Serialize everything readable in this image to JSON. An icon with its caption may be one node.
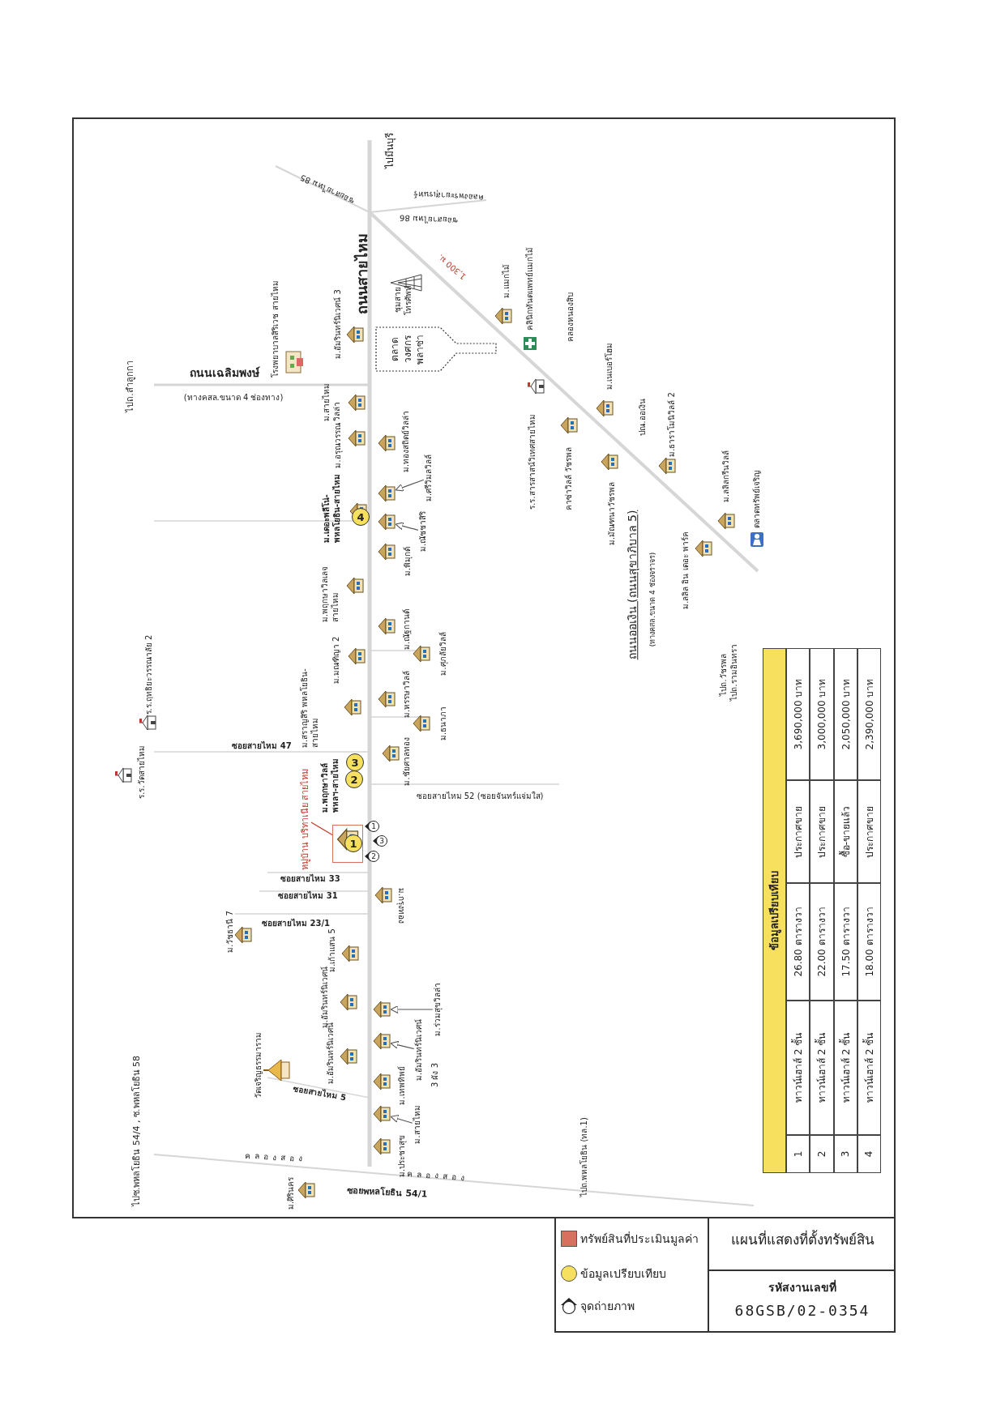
{
  "diagram": {
    "title": "แผนที่แสดงที่ตั้งทรัพย์สิน",
    "nodes": [
      {
        "text": [
          "ตลาด วงศกร พลาซ่า"
        ]
      },
      {
        "text": [
          "หมู่บ้าน บริทาเนีย สายไหม"
        ]
      },
      {
        "text": [],
        "shape": "box"
      },
      {
        "text": [
          "1"
        ],
        "in": 2
      },
      {
        "text": [
          "2"
        ]
      },
      {
        "text": [
          "3"
        ]
      },
      {
        "text": [
          "4"
        ]
      },
      {
        "text": [
          "1"
        ]
      },
      {
        "text": [
          "2"
        ]
      },
      {
        "text": [
          "3"
        ]
      },
      {
        "text": [
          "ม.ศรีวิมลวิลล์"
        ]
      },
      {
        "text": [],
        "shape": "picture"
      },
      {
        "text": [
          "ม.ณัชชาสิริ"
        ]
      },
      {
        "text": [],
        "shape": "picture"
      },
      {
        "text": [
          "ม.ร่วมสุขวิลล่า"
        ]
      },
      {
        "text": [],
        "shape": "picture"
      },
      {
        "text": [
          "ม.อัมรินทร์นิเวศน์"
        ]
      },
      {
        "text": [],
        "shape": "picture"
      },
      {
        "text": [
          "ม.สายไหม"
        ]
      },
      {
        "text": [],
        "shape": "picture"
      }
    ],
    "edges": [
      {
        "from": 1,
        "to": 2,
        "arrow": "none",
        "color": "#c0392b"
      },
      {
        "from": 10,
        "to": 11,
        "arrow": "to"
      },
      {
        "from": 12,
        "to": 13,
        "arrow": "to"
      },
      {
        "from": 14,
        "to": 15,
        "arrow": "to"
      },
      {
        "from": 16,
        "to": 17,
        "arrow": "to"
      },
      {
        "from": 18,
        "to": 19,
        "arrow": "to"
      }
    ],
    "labels": [
      "ไปมีนบุรี",
      "ซอยสายไหม 85",
      "คลองพระยาสุเรนทร์",
      "ซอยสายไหม 86",
      "ถนนสายไหม",
      "1,300 ม.",
      "ชุมสาย โทรศัพท์",
      "ม.อัมรินทร์นิเวศน์ 3",
      "โรงพยาบาลสิริเวช สายไหม",
      "ถนนเฉลิมพงษ์",
      "(ทางคสล.ขนาด 4 ช่องทาง)",
      "ไปถ.ลำลูกกา",
      "ม.สายไหม วิลล่า",
      "ม.อรุณวรรณ",
      "ม.ทองสถิตย์วิลล่า",
      "ม.เดอะพลีโน่- พหลโยธิน-สายไหม",
      "ม.พิมุกต์",
      "ม.พฤกษาวิลเลจ สายไหม",
      "ม.ณัฐกานต์",
      "ม.มณฑิญา 2",
      "ม.ศุภลัยวิลล์",
      "ม.สราญสิริ พหลโยธิน-สายไหม",
      "ม.หรรษาวิลล์",
      "ม.ธนาภา",
      "ม.ชัยศาลทอง",
      "ร.ร.ฤทธิยะวรรณาลัย 2",
      "ร.ร.วัดสายไหม",
      "ซอยสายไหม 47",
      "ม.พฤกษาวิลล์ พหลฯ-สายไหม",
      "ซอยสายไหม 52 (ซอยจันทร์แจ่มใส)",
      "ซอยสายไหม 33",
      "ซอยสายไหม 31",
      "ม.กรุงทอง",
      "ซอยสายไหม 23/1",
      "ม.วัชธานี 7",
      "ม.เก้าแสน 5",
      "ม.อัมรินทร์นิเวศน์",
      "วัดเจริญธรรมาราม",
      "ม.อัมรินทร์นิเวศน์",
      "ซอยสายไหม 5",
      "ม.ประชาสุข",
      "ม.เทพทิพย์",
      "3 ผัง 3",
      "คลองสอง",
      "คลองสอง",
      "ซอยพหลโยธิน 54/1",
      "ม.ศิรินคร",
      "ไปซ.พหลโยธิน 54/4 , ซ.พหลโยธิน 58",
      "ไปถ.พหลโยธิน (ทล.1)",
      "ม.แมกไม้",
      "คลินิกทันตแพทย์แมกไม้",
      "คลองหนองสิบ",
      "ร.ร.สารสาสน์วิเทศสายไหม",
      "ม.เนเบอร์โฮม",
      "คาซ่าวิลล์ วัชรพล",
      "ม.มัณฑนาวัชรพล",
      "ปณ.ออเงิน",
      "ม.ธาราโมนิวิลล์ 2",
      "ม.ลลิลกรีนวิลล์",
      "ตลาดทรัพย์เจริญ",
      "ม.ลลิล อิน เดอะ พาร์ค",
      "ถนนออเงิน (ถนนสุขาภิบาล 5)",
      "(ทางคสล.ขนาด 4 ช่องจราจร)",
      "ไปถ.วัชรพล",
      "ไปถ.รามอินทรา",
      "ข้อมูลเปรียบเทียบ",
      "1",
      "ทาวน์เฮาส์ 2 ชั้น",
      "26.80 ตารางวา",
      "ประกาศขาย",
      "3,690,000 บาท",
      "2",
      "ทาวน์เฮาส์ 2 ชั้น",
      "22.00 ตารางวา",
      "ประกาศขาย",
      "3,000,000 บาท",
      "3",
      "ทาวน์เฮาส์ 2 ชั้น",
      "17.50 ตารางวา",
      "ซื้อ-ขายแล้ว",
      "2,050,000 บาท",
      "4",
      "ทาวน์เฮาส์ 2 ชั้น",
      "18.00 ตารางวา",
      "ประกาศขาย",
      "2,390,000 บาท",
      "รหัสงานเลขที่",
      "68GSB/02-0354"
    ],
    "legend": [
      {
        "text": "ทรัพย์สินที่ประเมินมูลค่า",
        "color": "#d9705f"
      },
      {
        "text": "ข้อมูลเปรียบเทียบ",
        "color": "#f6e05e"
      },
      {
        "text": "จุดถ่ายภาพ"
      }
    ]
  }
}
